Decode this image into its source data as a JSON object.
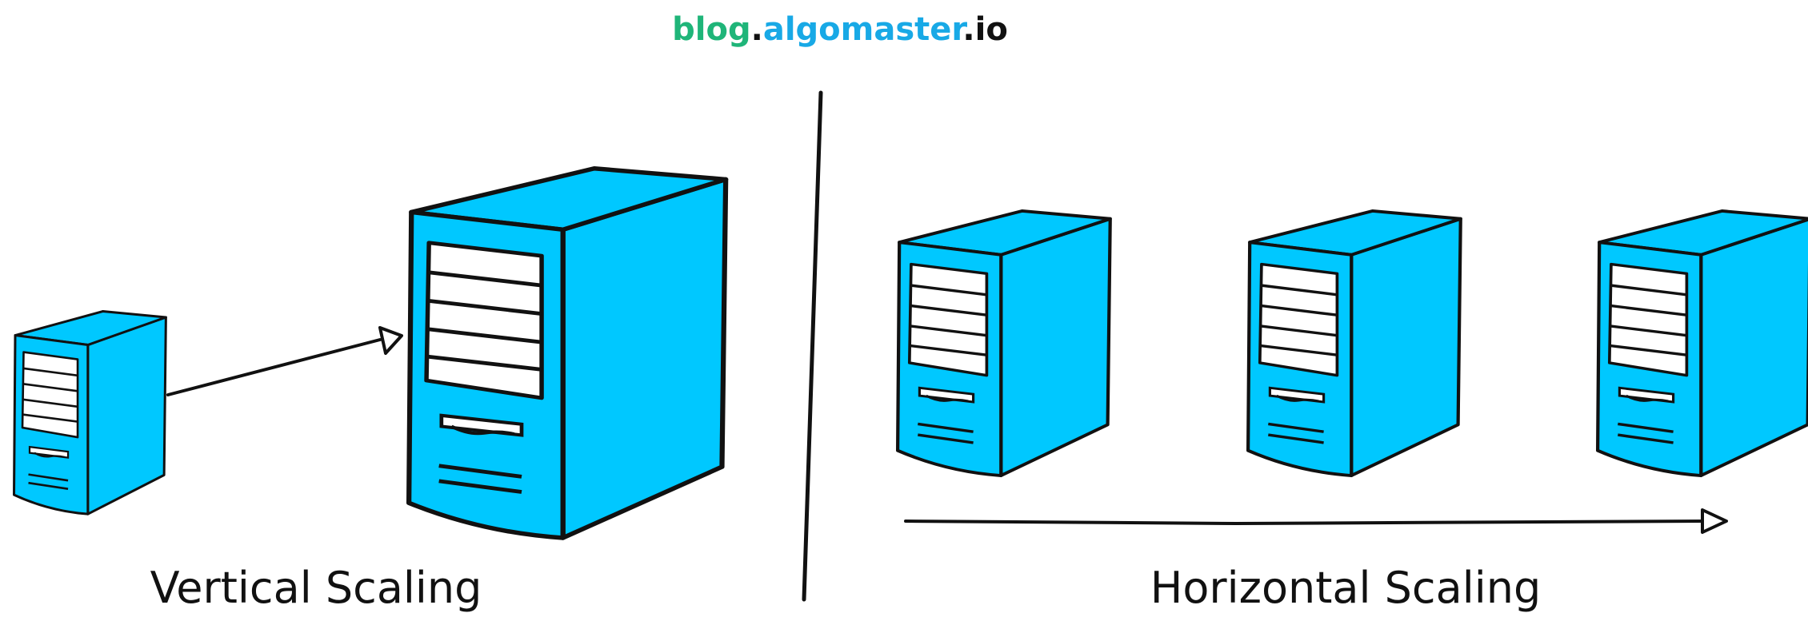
{
  "brand": {
    "part1": "blog",
    "dot1": ".",
    "part2": "algomaster",
    "dot2": ".",
    "part3": "io"
  },
  "colors": {
    "brand_green": "#1fb579",
    "brand_blue": "#18a9e6",
    "brand_dark": "#111111",
    "server_fill": "#00c8ff",
    "stroke": "#111111",
    "slot_fill": "#ffffff"
  },
  "labels": {
    "vertical": "Vertical Scaling",
    "horizontal": "Horizontal Scaling"
  }
}
